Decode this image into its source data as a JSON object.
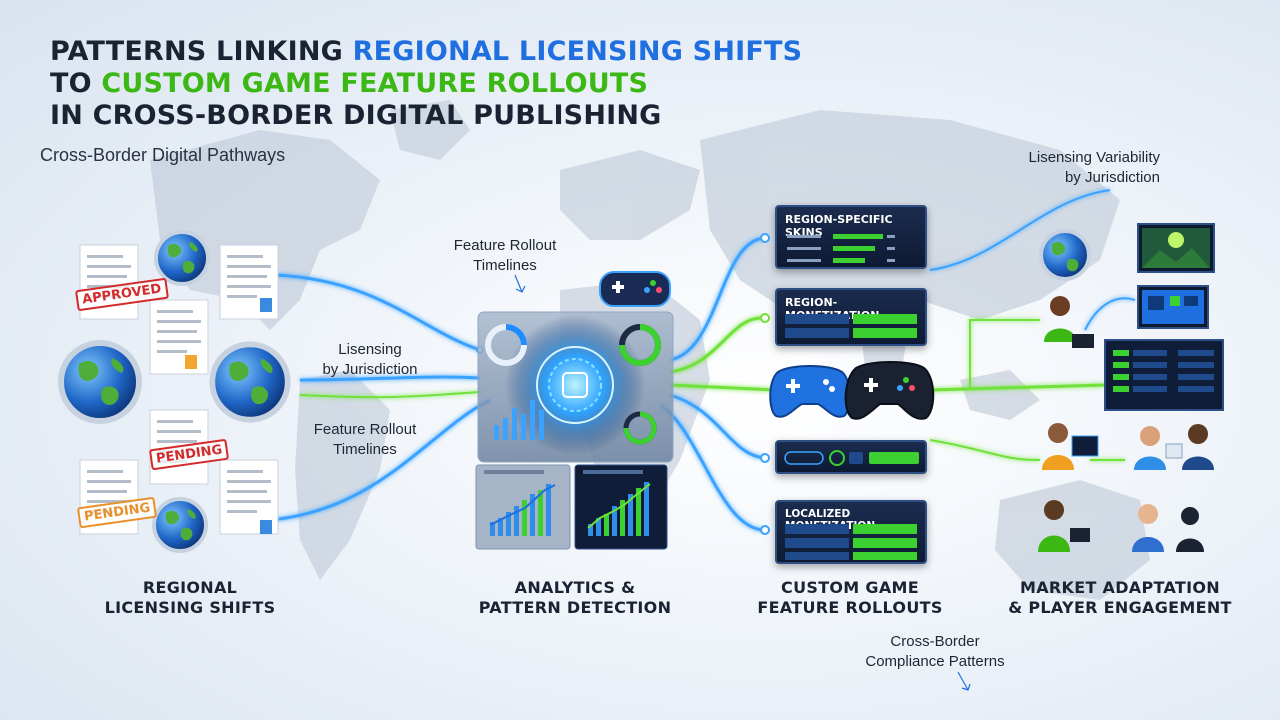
{
  "title": {
    "line1_prefix": "PATTERNS LINKING ",
    "line1_highlight": "REGIONAL LICENSING SHIFTS",
    "line2_prefix": "TO ",
    "line2_highlight": "CUSTOM GAME FEATURE ROLLOUTS",
    "line3": "IN CROSS-BORDER DIGITAL PUBLISHING"
  },
  "subtitle": "Cross-Border Digital Pathways",
  "annotations": {
    "feature_rollout_top": "Feature Rollout\nTimelines",
    "lisensing_mid": "Lisensing\nby Jurisdiction",
    "feature_rollout_mid": "Feature Rollout\nTimelines",
    "variability": "Lisensing Variability\nby Jurisdiction",
    "compliance": "Cross-Border\nCompliance Patterns"
  },
  "stamps": {
    "approved": "APPROVED",
    "pending_1": "PENDING",
    "pending_2": "PENDING"
  },
  "panels": {
    "skins": "REGION-SPECIFIC SKINS",
    "monetization": "REGION- MONETIZATION",
    "localized": "LOCALIZED MONETIZATION"
  },
  "stages": {
    "regional": "REGIONAL\nLICENSING SHIFTS",
    "analytics": "ANALYTICS &\nPATTERN DETECTION",
    "custom": "CUSTOM GAME\nFEATURE ROLLOUTS",
    "market": "MARKET ADAPTATION\n& PLAYER ENGAGEMENT"
  },
  "colors": {
    "blue_accent": "#1f6fe0",
    "green_accent": "#3cb815",
    "panel_dark": "#0e1a33",
    "flow_blue": "#3aa3ff",
    "flow_green": "#6fe23a"
  }
}
